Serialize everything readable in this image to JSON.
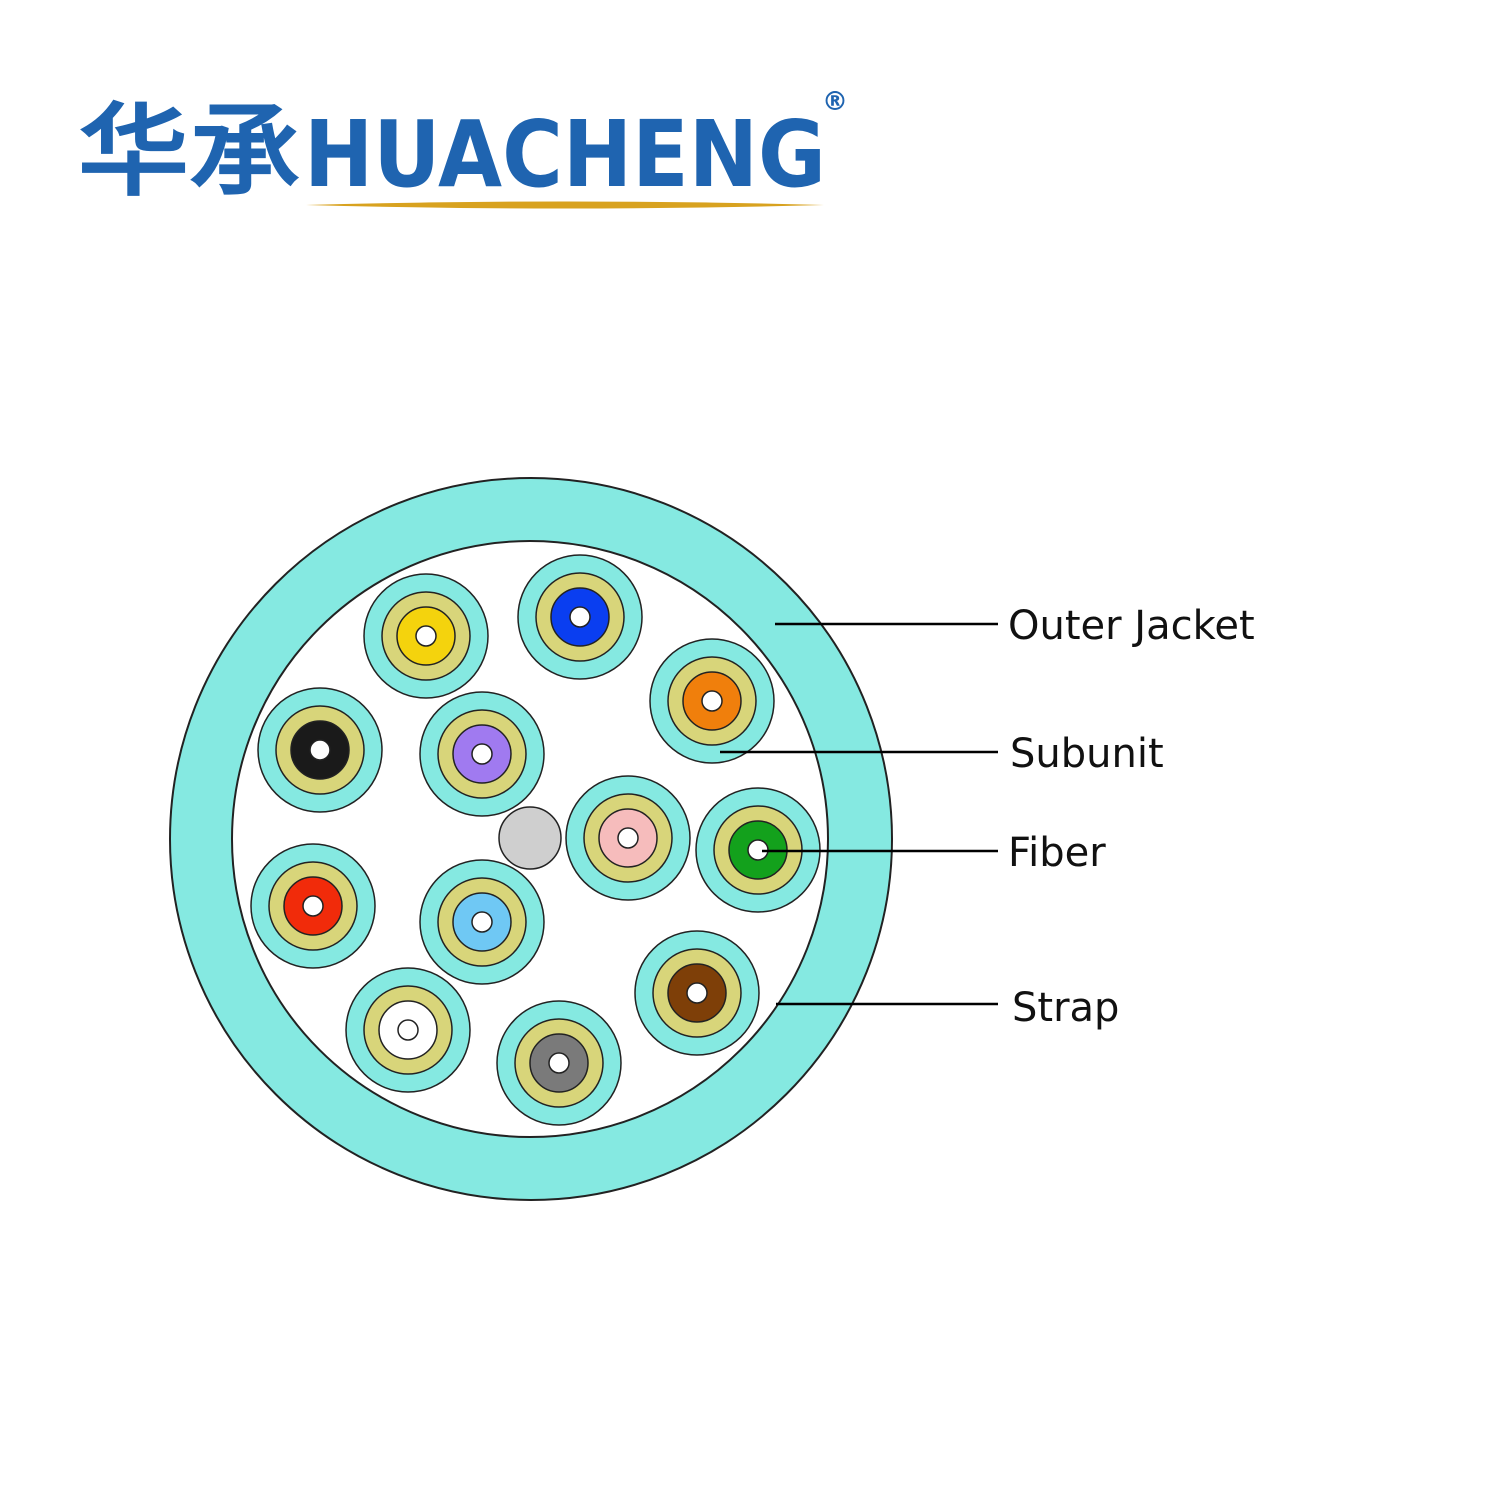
{
  "brand": {
    "chinese_name": "华承",
    "name": "HUACHENG",
    "registered_mark": "®",
    "color": "#1f64b0",
    "underline_color": "#d8a21f"
  },
  "labels": {
    "outer_jacket": "Outer Jacket",
    "subunit": "Subunit",
    "fiber": "Fiber",
    "strap": "Strap"
  },
  "colors": {
    "jacket": "#85e9e1",
    "subunit_ring": "#d8d57a",
    "strength_member": "#cfcfcf",
    "background": "#ffffff"
  },
  "fibers": [
    {
      "color_name": "blue",
      "color": "#0a3ef0"
    },
    {
      "color_name": "orange",
      "color": "#f07f0c"
    },
    {
      "color_name": "green",
      "color": "#13a11c"
    },
    {
      "color_name": "brown",
      "color": "#7e3f08"
    },
    {
      "color_name": "slate",
      "color": "#7a7a7a"
    },
    {
      "color_name": "white",
      "color": "#ffffff"
    },
    {
      "color_name": "red",
      "color": "#f12b0a"
    },
    {
      "color_name": "black",
      "color": "#1a1a1a"
    },
    {
      "color_name": "yellow",
      "color": "#f4d30d"
    },
    {
      "color_name": "violet",
      "color": "#a07af0"
    },
    {
      "color_name": "rose",
      "color": "#f6bcbc"
    },
    {
      "color_name": "aqua",
      "color": "#6fc8f4"
    }
  ]
}
